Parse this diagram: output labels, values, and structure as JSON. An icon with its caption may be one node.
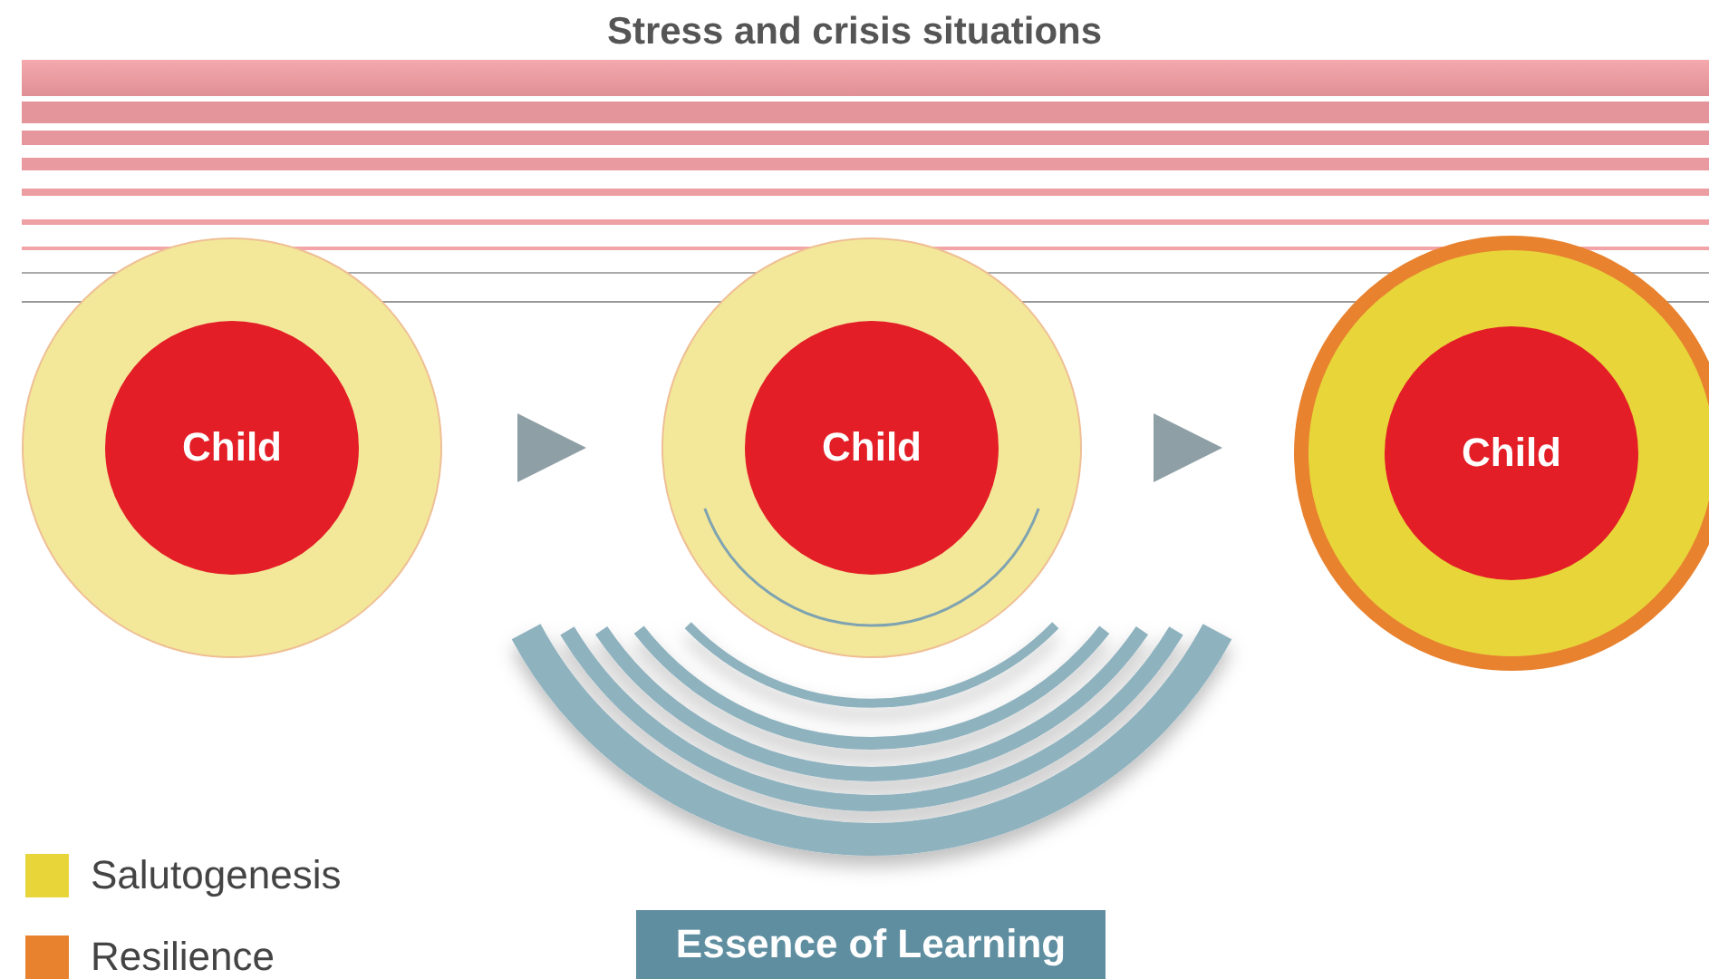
{
  "diagram": {
    "title": "Stress and crisis situations",
    "nodes": [
      {
        "text": [
          "Child"
        ]
      },
      {
        "text": [
          "Child"
        ]
      },
      {
        "text": [
          "Child"
        ]
      },
      {
        "text": [
          "Essence of Learning"
        ]
      }
    ],
    "edges": [
      {
        "from": 0,
        "to": 1,
        "arrow": "to"
      },
      {
        "from": 1,
        "to": 2,
        "arrow": "to"
      }
    ],
    "legend": [
      {
        "text": "Salutogenesis",
        "color": "#e8d53a"
      },
      {
        "text": "Resilience",
        "color": "#e8822f"
      }
    ]
  }
}
